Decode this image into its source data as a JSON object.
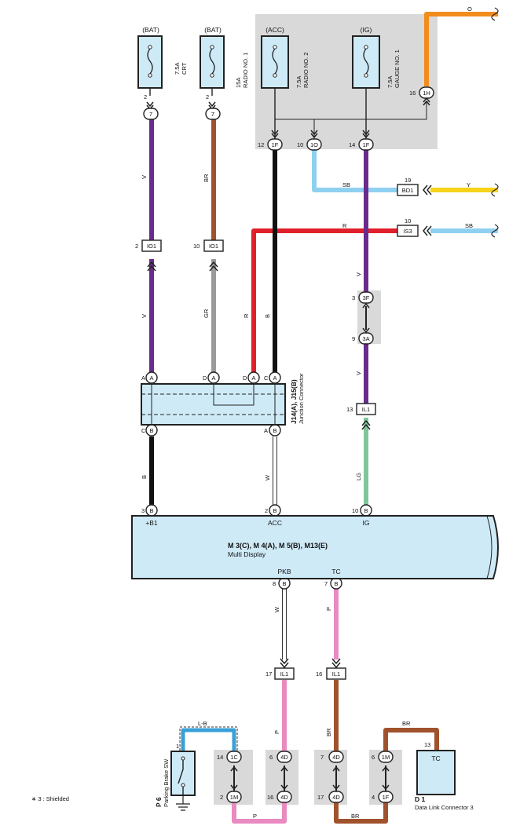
{
  "power_sources": [
    "(BAT)",
    "(BAT)",
    "(ACC)",
    "(IG)"
  ],
  "fuses": [
    {
      "amp": "7.5A",
      "name": "CRT"
    },
    {
      "amp": "",
      "name": ""
    },
    {
      "amp": "15A",
      "name": "RADIO NO. 1"
    },
    {
      "amp": "7.5A",
      "name": "RADIO NO. 2"
    },
    {
      "amp": "7.5A",
      "name": "GAUGE NO. 1"
    }
  ],
  "wire_colors": {
    "V": "#6a2c8c",
    "BR": "#a0522d",
    "B": "#111111",
    "R": "#e0202a",
    "SB": "#8fd0f0",
    "Y": "#f7d21a",
    "O": "#f28c1c",
    "GR": "#9a9a9a",
    "W": "#ffffff",
    "LG": "#7fc79a",
    "P": "#e98ac0",
    "L-B": "#3aa0d8"
  },
  "wire_labels": {
    "w1": "V",
    "w2": "BR",
    "w3": "V",
    "w4": "GR",
    "w5": "R",
    "w6": "B",
    "w7": "SB",
    "w8": "Y",
    "w9": "R",
    "w10": "SB",
    "w11": "V",
    "w12": "V",
    "w13": "B",
    "w14": "W",
    "w15": "LG",
    "w16": "W",
    "w17": "P",
    "w18": "P",
    "w19": "BR",
    "w20": "L-B",
    "w21": "BR",
    "w22": "P",
    "w23": "BR",
    "w24": "O"
  },
  "pins": {
    "p2a": "2",
    "p2b": "2",
    "p7a": "7",
    "p7b": "7",
    "p12": "12",
    "p1F_a": "1F",
    "p10": "10",
    "p1O": "1O",
    "p14": "14",
    "p1F_b": "1F",
    "p16": "16",
    "p1H": "1H",
    "p19": "19",
    "pBD1": "BD1",
    "p10b": "10",
    "pIS3": "IS3",
    "p2c": "2",
    "pIO1a": "IO1",
    "p10c": "10",
    "pIO1b": "IO1",
    "p3": "3",
    "p3F": "3F",
    "p9": "9",
    "p3A": "3A",
    "p13": "13",
    "pIL1a": "IL1",
    "jA1": "A",
    "jA": "A",
    "jD1": "D",
    "jAb": "A",
    "jD2": "D",
    "jAc": "A",
    "jC1": "C",
    "jAd": "A",
    "jC2": "C",
    "jB1": "B",
    "jA2": "A",
    "jB2": "B",
    "m3": "3",
    "mB1": "B",
    "m2": "2",
    "mB2": "B",
    "m10": "10",
    "mB3": "B",
    "m8": "8",
    "mB4": "B",
    "m7": "7",
    "mB5": "B",
    "p17a": "17",
    "pIL1b": "IL1",
    "p16b": "16",
    "pIL1c": "IL1",
    "c14": "14",
    "c1C": "1C",
    "c2": "2",
    "c1M": "1M",
    "c6": "6",
    "c4D": "4D",
    "c16": "16",
    "c4Db": "4D",
    "c7": "7",
    "c4Dc": "4D",
    "c17": "17",
    "c4Dd": "4D",
    "c6b": "6",
    "c1Mb": "1M",
    "c4": "4",
    "c1F": "1F",
    "p1": "1",
    "p13b": "13"
  },
  "junction_connector": {
    "id": "J14(A), J15(B)",
    "name": "Junction Connector"
  },
  "multi_display": {
    "id": "M 3(C), M 4(A), M 5(B), M13(E)",
    "name": "Multi Display",
    "terminals": [
      "+B1",
      "ACC",
      "IG",
      "PKB",
      "TC"
    ]
  },
  "parking_brake": {
    "id": "P 6",
    "name": "Parking Brake SW"
  },
  "dlc": {
    "id": "D 1",
    "name": "Data Link Connector 3",
    "terminal": "TC"
  },
  "footnote": "∗ 3 : Shielded"
}
